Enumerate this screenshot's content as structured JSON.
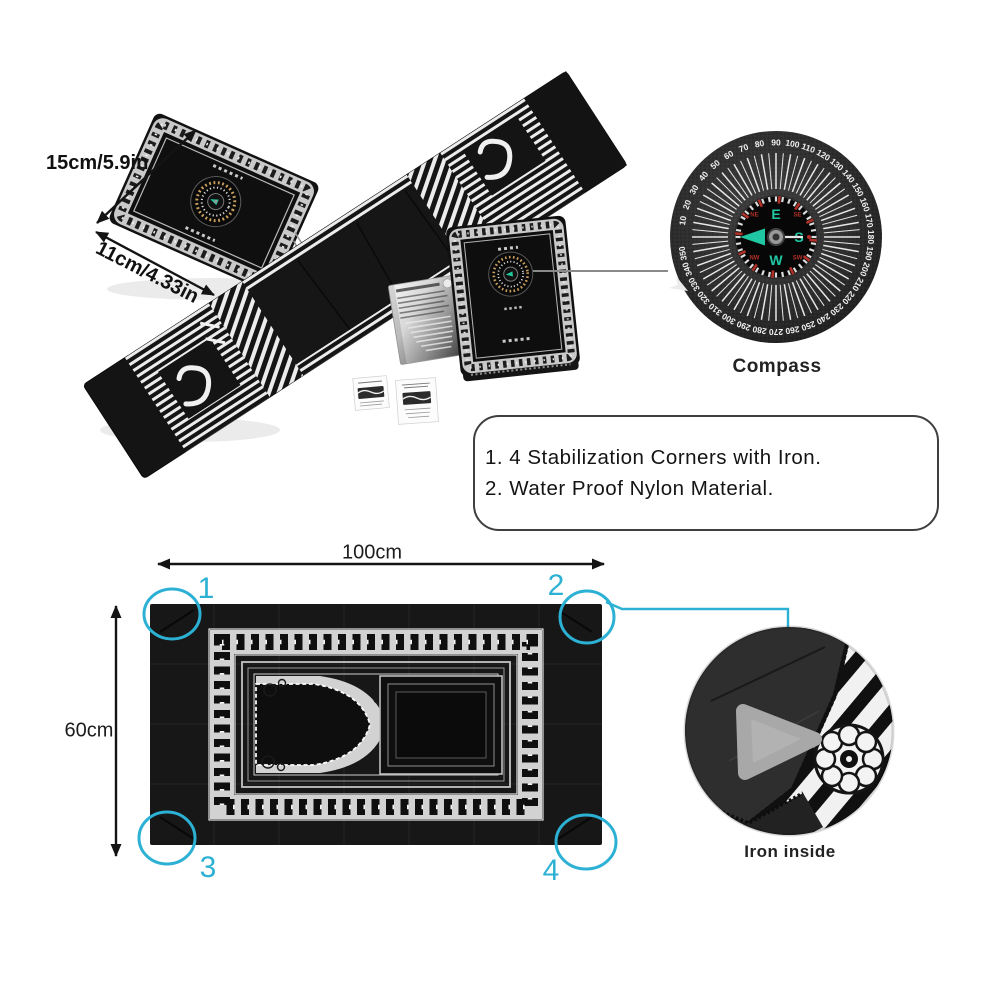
{
  "annotations": {
    "folded_pouch": {
      "width_label": "15cm/5.9in",
      "depth_label": "11cm/4.33in"
    },
    "compass_callout": {
      "label": "Compass"
    },
    "iron_callout": {
      "label": "Iron inside"
    },
    "mat": {
      "width_label": "100cm",
      "height_label": "60cm",
      "corner_markers": [
        "1",
        "2",
        "3",
        "4"
      ]
    },
    "features": {
      "line1": "1. 4 Stabilization Corners with Iron.",
      "line2": "2. Water Proof Nylon Material."
    }
  },
  "compass_face": {
    "degree_labels": [
      10,
      20,
      30,
      40,
      50,
      60,
      70,
      80,
      90,
      100,
      110,
      120,
      130,
      140,
      150,
      160,
      170,
      180,
      190,
      200,
      210,
      220,
      230,
      240,
      250,
      260,
      270,
      280,
      290,
      300,
      310,
      320,
      330,
      340,
      350
    ],
    "cardinals": [
      {
        "label": "E",
        "angle": -90
      },
      {
        "label": "S",
        "angle": 0
      },
      {
        "label": "W",
        "angle": 90
      }
    ],
    "intercardinals": [
      {
        "label": "NE",
        "angle": -135
      },
      {
        "label": "SE",
        "angle": -45
      },
      {
        "label": "SW",
        "angle": 45
      },
      {
        "label": "NW",
        "angle": 135
      }
    ],
    "north_marker": "needle-arrow"
  },
  "colors": {
    "accent_cyan": "#2cb1d4",
    "ink": "#141414",
    "compass_teal": "#1fc8a2",
    "compass_red": "#b03028",
    "silver": "#d2d2d2",
    "iron_gray": "#a8a8a8"
  }
}
